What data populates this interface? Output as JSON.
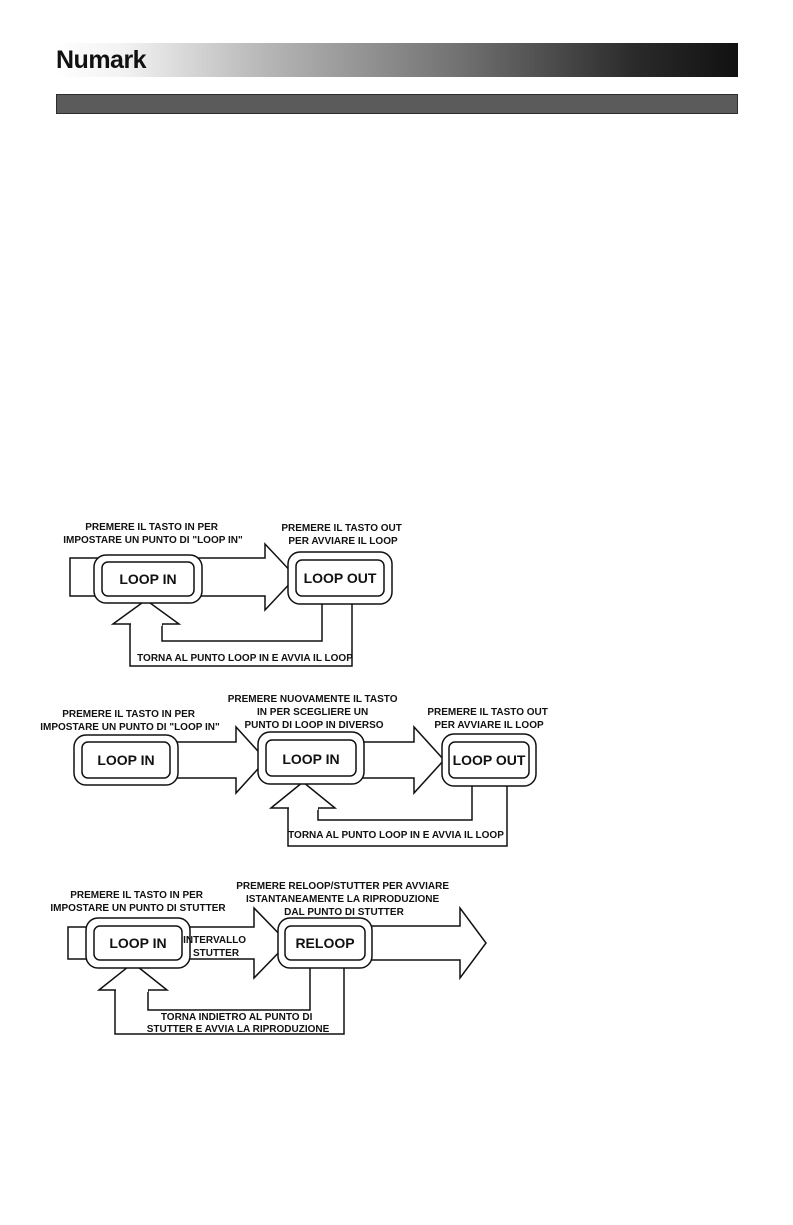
{
  "brand": {
    "logo": "Numark"
  },
  "diagrams": {
    "d1": {
      "label_in": [
        "PREMERE IL TASTO IN PER",
        "IMPOSTARE UN PUNTO DI \"LOOP IN\""
      ],
      "label_out": [
        "PREMERE IL TASTO OUT",
        "PER AVVIARE IL LOOP"
      ],
      "btn_in": "LOOP IN",
      "btn_out": "LOOP OUT",
      "return": "TORNA AL PUNTO LOOP IN E AVVIA IL LOOP"
    },
    "d2": {
      "label_in": [
        "PREMERE IL TASTO IN PER",
        "IMPOSTARE UN PUNTO DI \"LOOP IN\""
      ],
      "label_mid": [
        "PREMERE NUOVAMENTE IL TASTO",
        "IN PER SCEGLIERE UN",
        "PUNTO DI LOOP IN DIVERSO"
      ],
      "label_out": [
        "PREMERE IL TASTO OUT",
        "PER AVVIARE IL LOOP"
      ],
      "btn_in1": "LOOP IN",
      "btn_in2": "LOOP IN",
      "btn_out": "LOOP OUT",
      "return": "TORNA AL PUNTO LOOP IN E AVVIA IL LOOP"
    },
    "d3": {
      "label_in": [
        "PREMERE IL TASTO IN PER",
        "IMPOSTARE UN PUNTO DI STUTTER"
      ],
      "label_reloop": [
        "PREMERE RELOOP/STUTTER PER AVVIARE",
        "ISTANTANEAMENTE LA RIPRODUZIONE",
        "DAL PUNTO DI STUTTER"
      ],
      "interval": [
        "INTERVALLO",
        "STUTTER"
      ],
      "btn_in": "LOOP IN",
      "btn_reloop": "RELOOP",
      "return": [
        "TORNA INDIETRO AL PUNTO DI",
        "STUTTER E AVVIA LA RIPRODUZIONE"
      ]
    }
  }
}
